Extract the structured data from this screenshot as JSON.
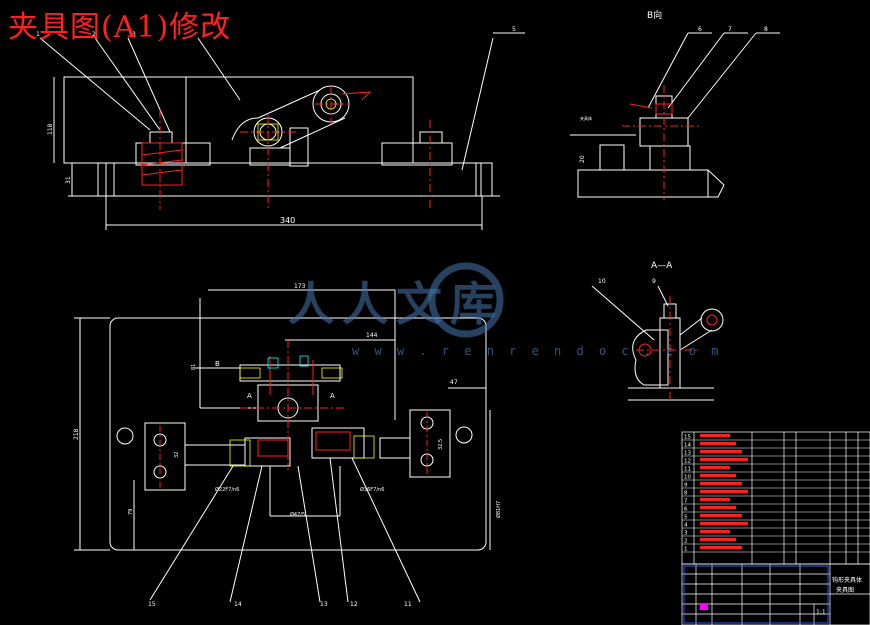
{
  "title": "夹具图(A1)修改",
  "view_labels": {
    "b_view": "B向",
    "section_aa": "A—A",
    "b_mark": "B",
    "a_mark_left": "A",
    "a_mark_right": "A"
  },
  "dimensions": {
    "top_width": "340",
    "top_height": "118",
    "top_base": "31",
    "plan_width": "173",
    "plan_inner": "144",
    "plan_height": "218",
    "plan_side_47": "47",
    "plan_vert_81": "81",
    "plan_h_32": "32",
    "plan_v_79": "79",
    "plan_fit_1": "Ø22F7/n6",
    "plan_fit_2": "Ø36F7/n6",
    "plan_fit_3": "Ø47/5",
    "plan_fit_4": "Ø81H7",
    "plan_32_5": "32.5",
    "bview_20": "20"
  },
  "part_numbers": {
    "top": [
      "1",
      "2",
      "3",
      "5"
    ],
    "bview": [
      "6",
      "7",
      "8"
    ],
    "section": [
      "10",
      "9"
    ],
    "bottom": [
      "15",
      "14",
      "13",
      "12",
      "11"
    ]
  },
  "bview_note": "夹具体",
  "watermark": {
    "text": "人人文库",
    "url": "w w w . r e n r e n d o c . c o m"
  },
  "bom_rows": [
    "15",
    "14",
    "13",
    "12",
    "11",
    "10",
    "9",
    "8",
    "7",
    "6",
    "5",
    "4",
    "3",
    "2",
    "1"
  ],
  "title_block": {
    "name": "钩形夹具体",
    "drawing": "夹具图",
    "scale": "1:1"
  },
  "colors": {
    "line": "#ffffff",
    "red": "#ff2020",
    "yellow": "#ffff00",
    "green": "#00ff66",
    "cyan": "#00ffff",
    "magenta": "#ff00ff",
    "blue": "#3355ff"
  }
}
